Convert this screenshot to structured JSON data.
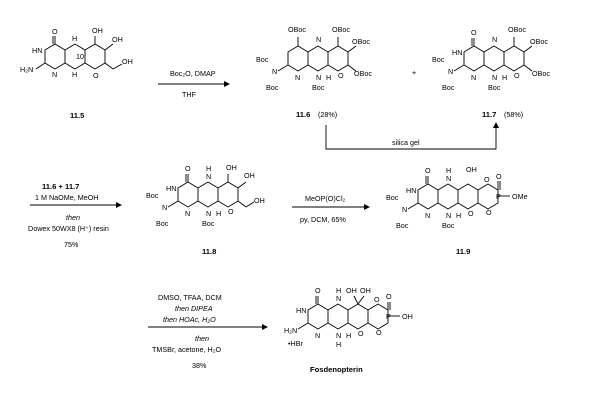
{
  "compounds": {
    "c115": "11.5",
    "c116": "11.6",
    "c116_yield": "(28%)",
    "c117": "11.7",
    "c117_yield": "(58%)",
    "c118": "11.8",
    "c119": "11.9",
    "final": "Fosdenopterin"
  },
  "steps": {
    "s1_line1": "Boc₂O, DMAP",
    "s1_line2": "THF",
    "plus": "+",
    "silica": "silica gel",
    "s2_line1": "11.6 + 11.7",
    "s2_line2": "1 M NaOMe, MeOH",
    "s2_line3": "then",
    "s2_line4": "Dowex 50WX8 (H⁺) resin",
    "s2_line5": "75%",
    "s3_line1": "MeOP(O)Cl₂",
    "s3_line2": "py, DCM, 65%",
    "s4_line1": "DMSO, TFAA, DCM",
    "s4_line2": "then DIPEA",
    "s4_line3": "then HOAc, H₂O",
    "s4_line4": "then",
    "s4_line5": "TMSBr, acetone, H₂O",
    "s4_line6": "38%"
  },
  "atoms": {
    "O": "O",
    "OH": "OH",
    "HN": "HN",
    "H2N": "H₂N",
    "N": "N",
    "H": "H",
    "num10": "10",
    "OBoc": "OBoc",
    "Boc": "Boc",
    "P": "P",
    "OMe": "OMe",
    "HBr": "•HBr"
  }
}
